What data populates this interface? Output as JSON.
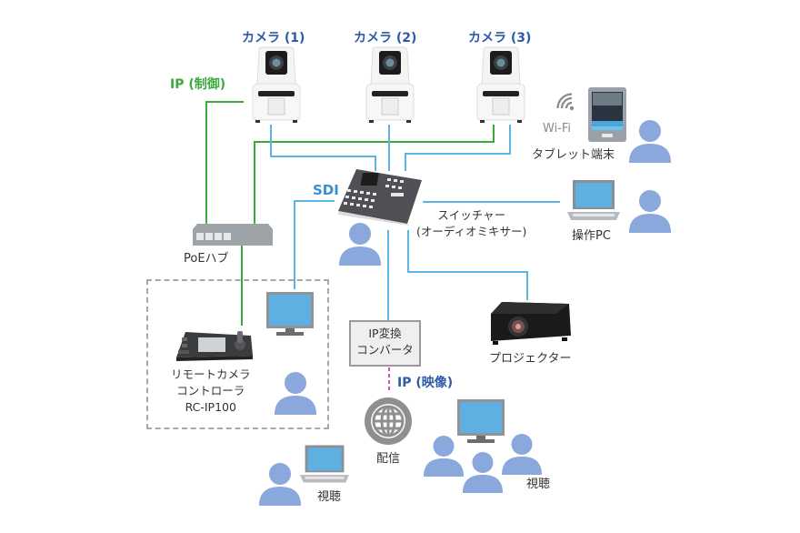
{
  "cameras": [
    {
      "label": "カメラ (1)"
    },
    {
      "label": "カメラ (2)"
    },
    {
      "label": "カメラ (3)"
    }
  ],
  "connections": {
    "ip_control_label": "IP (制御)",
    "sdi_label": "SDI",
    "ip_video_label": "IP (映像)",
    "wifi_label": "Wi-Fi"
  },
  "devices": {
    "tablet_label": "タブレット端末",
    "switcher_label_1": "スイッチャー",
    "switcher_label_2": "(オーディオミキサー)",
    "operation_pc_label": "操作PC",
    "poe_hub_label": "PoEハブ",
    "remote_controller_label_1": "リモートカメラ",
    "remote_controller_label_2": "コントローラ",
    "remote_controller_label_3": "RC-IP100",
    "ip_converter_label_1": "IP変換",
    "ip_converter_label_2": "コンバータ",
    "projector_label": "プロジェクター",
    "streaming_label": "配信",
    "viewing_label_left": "視聴",
    "viewing_label_right": "視聴"
  },
  "colors": {
    "ip_control_line": "#3aab3a",
    "sdi_line": "#5ab4e5",
    "ip_video_line": "#d04fc0",
    "camera_label": "#2f5aa8",
    "person": "#8aa8dc"
  }
}
